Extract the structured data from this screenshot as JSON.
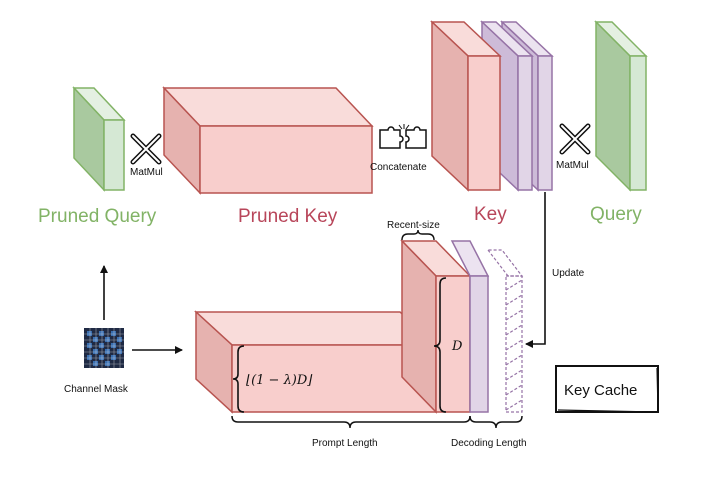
{
  "labels": {
    "pruned_query": "Pruned Query",
    "pruned_key": "Pruned Key",
    "key": "Key",
    "query": "Query",
    "matmul_left": "MatMul",
    "matmul_right": "MatMul",
    "concatenate": "Concatenate",
    "recent_size": "Recent-size",
    "update": "Update",
    "channel_mask": "Channel Mask",
    "d_dim": "D",
    "pruned_dim": "⌊(1 − λ)D⌋",
    "prompt_length": "Prompt Length",
    "decoding_length": "Decoding Length",
    "key_cache": "Key Cache"
  },
  "colors": {
    "green_fill": "#d5e8d4",
    "green_stroke": "#82b366",
    "green_text": "#82b366",
    "red_fill": "#f8cecc",
    "red_stroke": "#b85450",
    "red_text": "#b8465a",
    "purple_fill": "#e1d5e7",
    "purple_stroke": "#9673a6",
    "mask_blue": "#3a6fb0",
    "mask_dark": "#1f2a44"
  },
  "icons": {
    "matmul": "cross-multiply-icon",
    "concatenate": "puzzle-pieces-icon",
    "channel_mask": "grid-mask-icon"
  }
}
